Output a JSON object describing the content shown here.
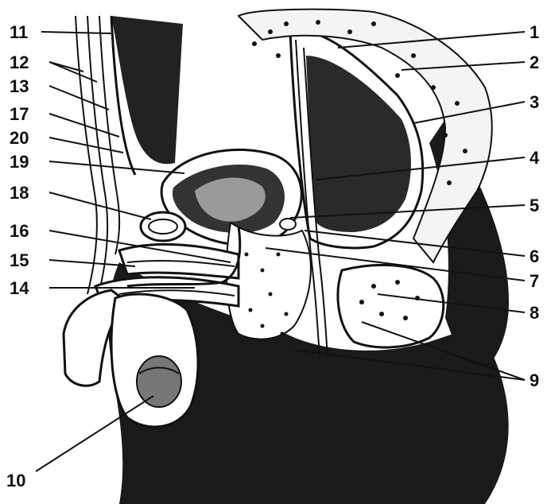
{
  "figure": {
    "description_visible": false,
    "labels": [
      "1",
      "2",
      "3",
      "4",
      "5",
      "6",
      "7",
      "8",
      "9",
      "10",
      "11",
      "12",
      "13",
      "14",
      "15",
      "16",
      "17",
      "18",
      "19",
      "20"
    ],
    "ink_color": "#111111",
    "paper_color": "#ffffff"
  }
}
